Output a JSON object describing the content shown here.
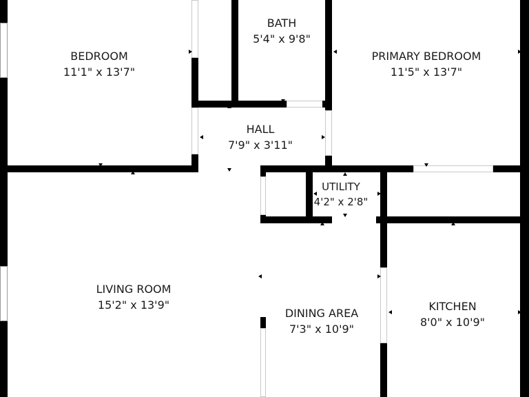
{
  "floor_plan": {
    "wall_color": "#000000",
    "rooms": [
      {
        "id": "bedroom",
        "name": "BEDROOM",
        "dimensions": "11'1\" x 13'7\""
      },
      {
        "id": "bath",
        "name": "BATH",
        "dimensions": "5'4\" x 9'8\""
      },
      {
        "id": "primary-bedroom",
        "name": "PRIMARY BEDROOM",
        "dimensions": "11'5\" x 13'7\""
      },
      {
        "id": "hall",
        "name": "HALL",
        "dimensions": "7'9\" x 3'11\""
      },
      {
        "id": "utility",
        "name": "UTILITY",
        "dimensions": "4'2\" x 2'8\""
      },
      {
        "id": "living-room",
        "name": "LIVING ROOM",
        "dimensions": "15'2\" x 13'9\""
      },
      {
        "id": "dining-area",
        "name": "DINING AREA",
        "dimensions": "7'3\" x 10'9\""
      },
      {
        "id": "kitchen",
        "name": "KITCHEN",
        "dimensions": "8'0\" x 10'9\""
      }
    ]
  }
}
